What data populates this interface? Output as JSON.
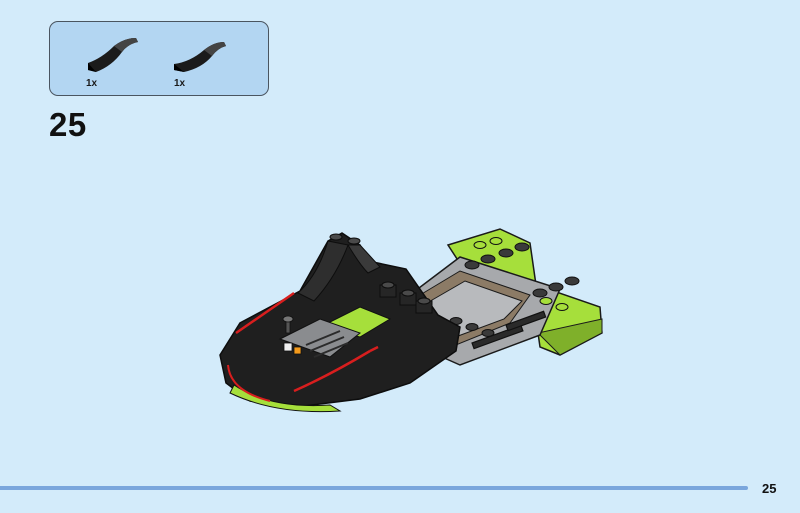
{
  "step": {
    "number": "25"
  },
  "parts": [
    {
      "quantity": "1x",
      "icon": "curved-slope-brick-icon",
      "color": "#1b1b1b"
    },
    {
      "quantity": "1x",
      "icon": "curved-slope-brick-icon",
      "color": "#1b1b1b"
    }
  ],
  "footer": {
    "page_number": "25"
  },
  "colors": {
    "background": "#d3ebfa",
    "parts_box": "#b3d6f2",
    "footer_line": "#7aa6dc",
    "black_brick": "#1f1f1f",
    "lime_brick": "#a6df3b",
    "red_trim": "#d81e1e",
    "gray_plate": "#a7a9ac",
    "tan_plate": "#8c7b66"
  }
}
